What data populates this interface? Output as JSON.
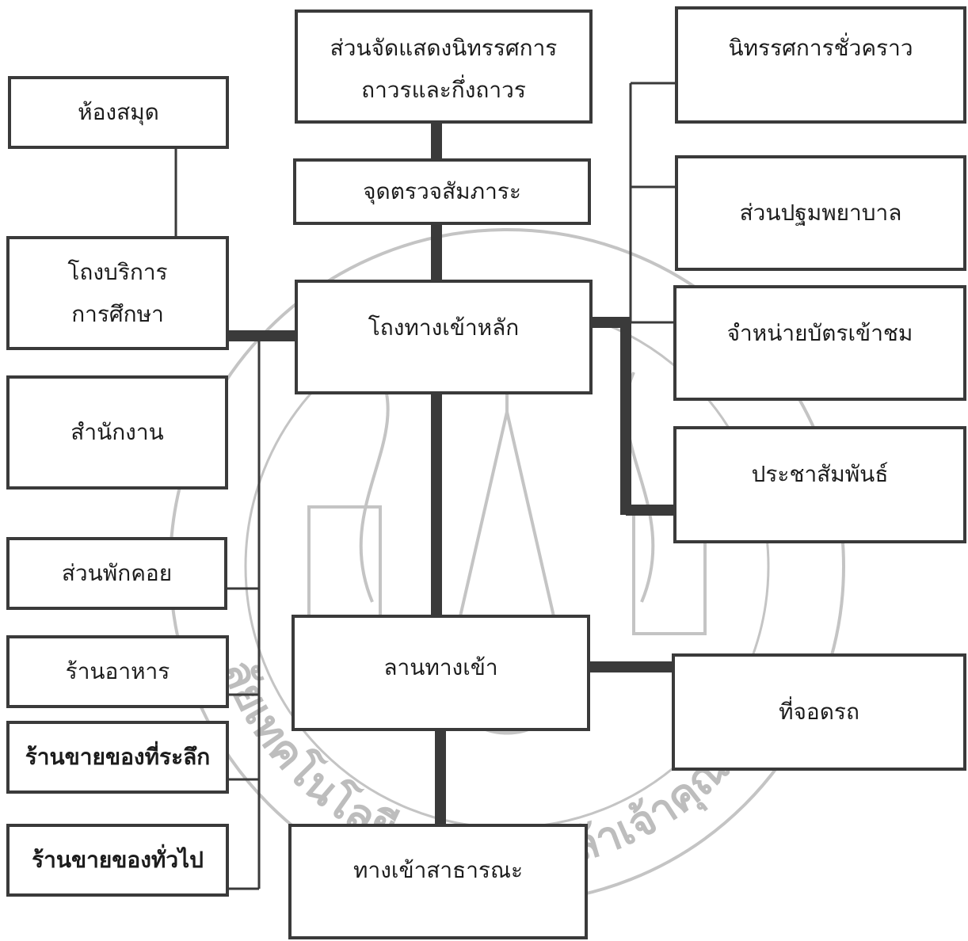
{
  "nodes": {
    "exhibit_permanent": {
      "line1": "ส่วนจัดแสดงนิทรรศการ",
      "line2": "ถาวรและกึ่งถาวร"
    },
    "temp_exhibit": "นิทรรศการชั่วคราว",
    "library": "ห้องสมุด",
    "baggage_check": "จุดตรวจสัมภาระ",
    "first_aid": "ส่วนปฐมพยาบาล",
    "education_hall": {
      "line1": "โถงบริการ",
      "line2": "การศึกษา"
    },
    "main_lobby": "โถงทางเข้าหลัก",
    "ticket_sales": "จำหน่ายบัตรเข้าชม",
    "office": "สำนักงาน",
    "public_relations": "ประชาสัมพันธ์",
    "rest_area": "ส่วนพักคอย",
    "restaurant": "ร้านอาหาร",
    "souvenir_shop": "ร้านขายของที่ระลึก",
    "general_store": "ร้านขายของทั่วไป",
    "entrance_plaza": "ลานทางเข้า",
    "parking": "ที่จอดรถ",
    "public_entrance": "ทางเข้าสาธารณะ"
  },
  "watermark": {
    "arc_text": "มหาวิทยาลัยเทคโนโลยีพระจอมเกล้าเจ้าคุณทหารลาดกระบัง",
    "color": "#bdbdbd"
  },
  "colors": {
    "line": "#3a3a3a",
    "box_border": "#3a3a3a"
  }
}
